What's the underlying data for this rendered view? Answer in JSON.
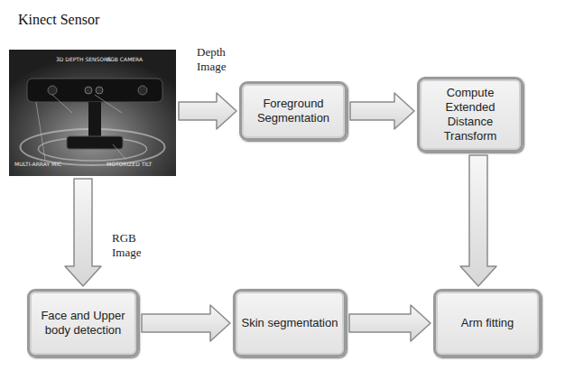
{
  "diagram": {
    "nodes": [
      {
        "text": [
          "Kinect Sensor"
        ]
      },
      {
        "text": [
          "Foreground Segmentation"
        ]
      },
      {
        "text": [
          "Compute Extended Distance Transform"
        ]
      },
      {
        "text": [
          "Face and Upper body detection"
        ]
      },
      {
        "text": [
          "Skin segmentation"
        ]
      },
      {
        "text": [
          "Arm fitting"
        ]
      }
    ],
    "edges": [
      {
        "from": 0,
        "to": 1,
        "label": "Depth Image",
        "arrow": "to"
      },
      {
        "from": 1,
        "to": 2,
        "arrow": "to"
      },
      {
        "from": 2,
        "to": 5,
        "arrow": "to"
      },
      {
        "from": 0,
        "to": 3,
        "label": "RGB Image",
        "arrow": "to"
      },
      {
        "from": 3,
        "to": 4,
        "arrow": "to"
      },
      {
        "from": 4,
        "to": 5,
        "arrow": "to"
      }
    ],
    "labels": [
      "3D DEPTH SENSORS",
      "RGB CAMERA",
      "MULTI-ARRAY MIC",
      "MOTORIZED TILT"
    ]
  }
}
